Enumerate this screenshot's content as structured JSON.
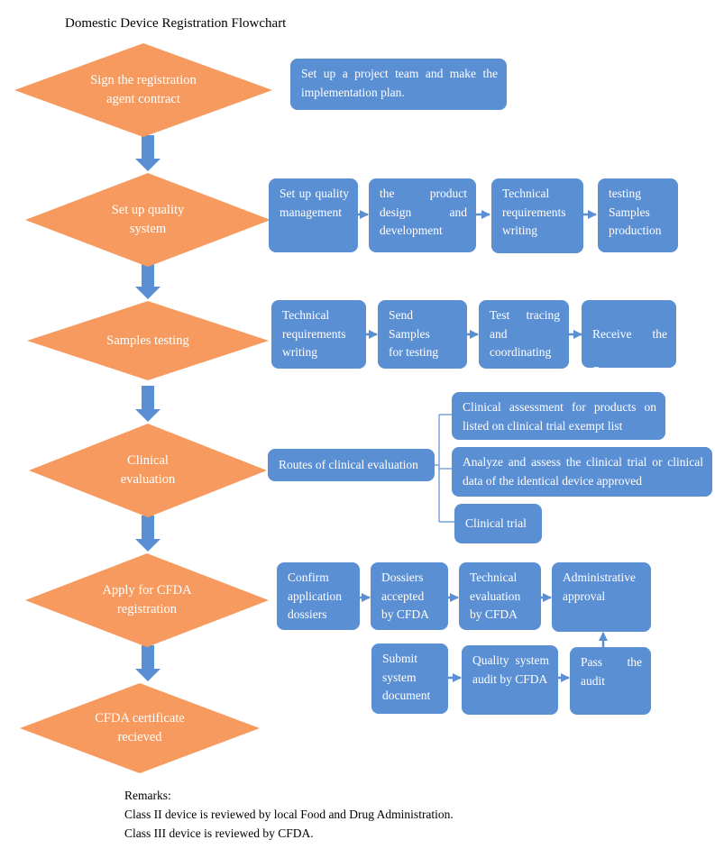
{
  "title": "Domestic Device Registration Flowchart",
  "colors": {
    "diamond": "#f79a5f",
    "box": "#5b8fd4",
    "arrow": "#5b8fd4"
  },
  "steps": [
    "Sign the registration\nagent contract",
    "Set up quality\nsystem",
    "Samples testing",
    "Clinical\nevaluation",
    "Apply for CFDA\nregistration",
    "CFDA certificate\nrecieved"
  ],
  "row1": {
    "plan": "Set up a project team and make the implementation plan."
  },
  "row2": {
    "b1": "Set up quality management",
    "b2": "the product design and development",
    "b3": "Technical requirements writing",
    "b4": "testing\nSamples production"
  },
  "row3": {
    "b1": "Technical requirements writing",
    "b2": "Send\nSamples\nfor testing",
    "b3": "Test tracing and coordinating",
    "b4_prefix": "Receive the",
    "b4_italic": "Pass",
    "b4_suffix": " report"
  },
  "row4": {
    "routes": "Routes of clinical evaluation",
    "opt1": "Clinical assessment for products on listed on clinical trial exempt list",
    "opt2": "Analyze and assess the clinical trial or clinical data of the identical device approved",
    "opt3": "Clinical trial"
  },
  "row5": {
    "b1": "Confirm application dossiers",
    "b2": "Dossiers accepted by CFDA",
    "b3": "Technical evaluation by CFDA",
    "b4": "Administrative approval",
    "b5": "Submit system document",
    "b6": "Quality system audit by CFDA",
    "b7": "Pass the audit"
  },
  "remarks": {
    "heading": "Remarks:",
    "line1": "Class II device is reviewed by local Food and Drug Administration.",
    "line2": "Class III device is reviewed by CFDA."
  }
}
